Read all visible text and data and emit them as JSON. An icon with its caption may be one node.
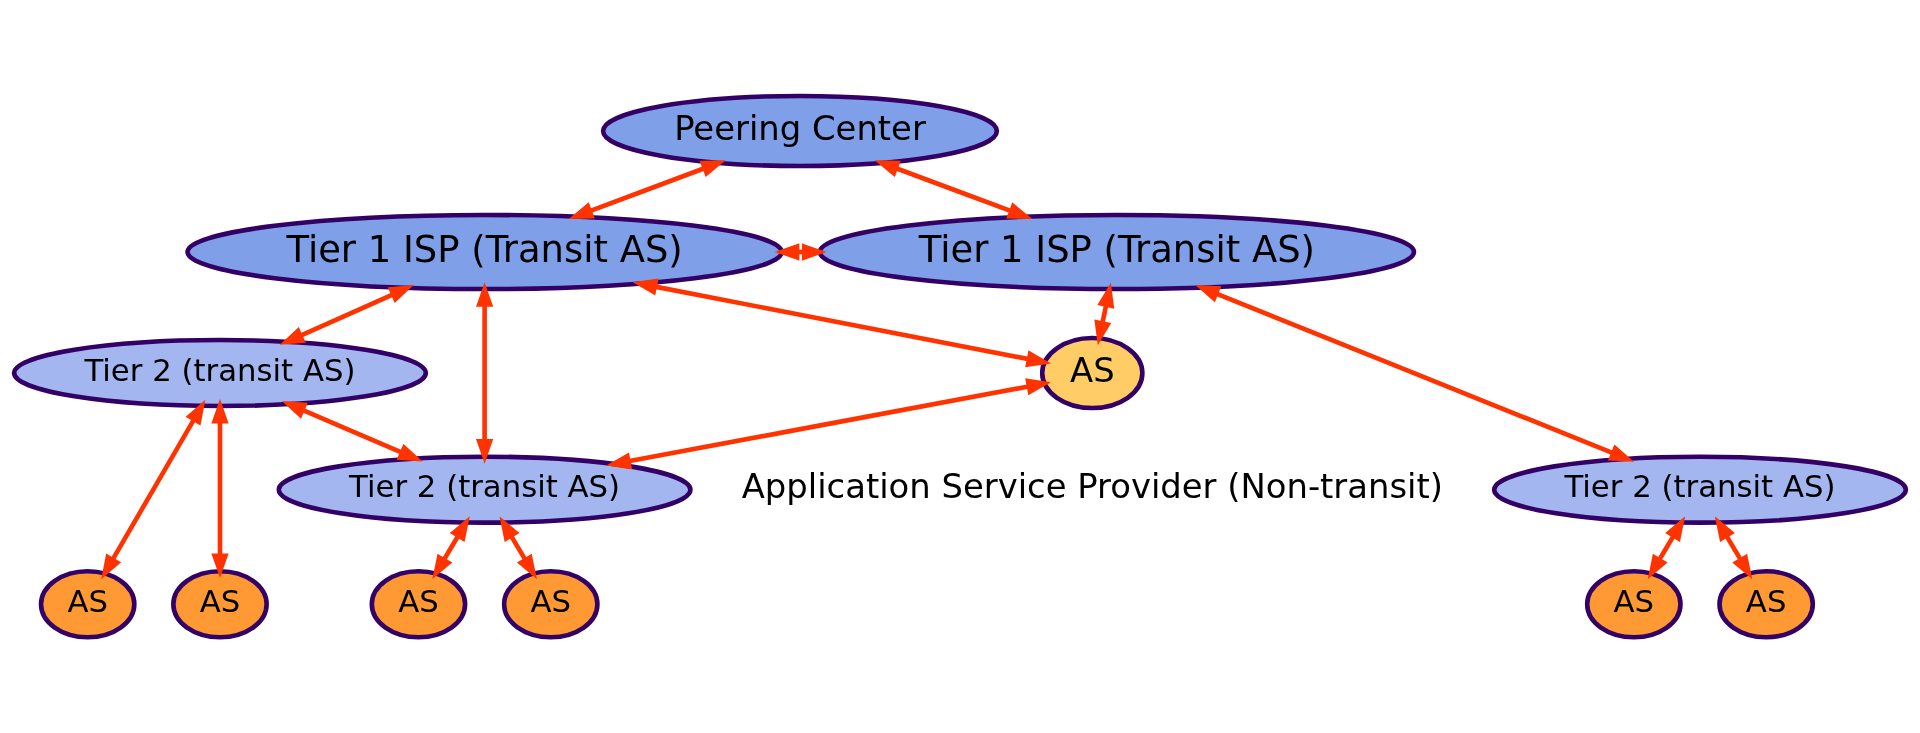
{
  "diagram": {
    "nodes": [
      {
        "text": [
          "Peering Center"
        ]
      },
      {
        "text": [
          "Tier 1 ISP (Transit AS)"
        ]
      },
      {
        "text": [
          "Tier 1 ISP (Transit AS)"
        ]
      },
      {
        "text": [
          "AS"
        ],
        "beside": [
          "Application Service Provider (Non-transit)"
        ]
      },
      {
        "text": [
          "Tier 2 (transit AS)"
        ]
      },
      {
        "text": [
          "Tier 2 (transit AS)"
        ]
      },
      {
        "text": [
          "Tier 2 (transit AS)"
        ]
      },
      {
        "text": [
          "AS"
        ]
      },
      {
        "text": [
          "AS"
        ]
      },
      {
        "text": [
          "AS"
        ]
      },
      {
        "text": [
          "AS"
        ]
      },
      {
        "text": [
          "AS"
        ]
      },
      {
        "text": [
          "AS"
        ]
      }
    ],
    "edges": [
      {
        "from": 0,
        "to": 1,
        "arrow": "both"
      },
      {
        "from": 0,
        "to": 2,
        "arrow": "both"
      },
      {
        "from": 1,
        "to": 2,
        "arrow": "both"
      },
      {
        "from": 1,
        "to": 3,
        "arrow": "both"
      },
      {
        "from": 2,
        "to": 3,
        "arrow": "both"
      },
      {
        "from": 1,
        "to": 4,
        "arrow": "both"
      },
      {
        "from": 1,
        "to": 5,
        "arrow": "both"
      },
      {
        "from": 4,
        "to": 5,
        "arrow": "both"
      },
      {
        "from": 5,
        "to": 3,
        "arrow": "both"
      },
      {
        "from": 2,
        "to": 6,
        "arrow": "both"
      },
      {
        "from": 4,
        "to": 7,
        "arrow": "both"
      },
      {
        "from": 4,
        "to": 8,
        "arrow": "both"
      },
      {
        "from": 5,
        "to": 9,
        "arrow": "both"
      },
      {
        "from": 5,
        "to": 10,
        "arrow": "both"
      },
      {
        "from": 6,
        "to": 11,
        "arrow": "both"
      },
      {
        "from": 6,
        "to": 12,
        "arrow": "both"
      }
    ]
  }
}
